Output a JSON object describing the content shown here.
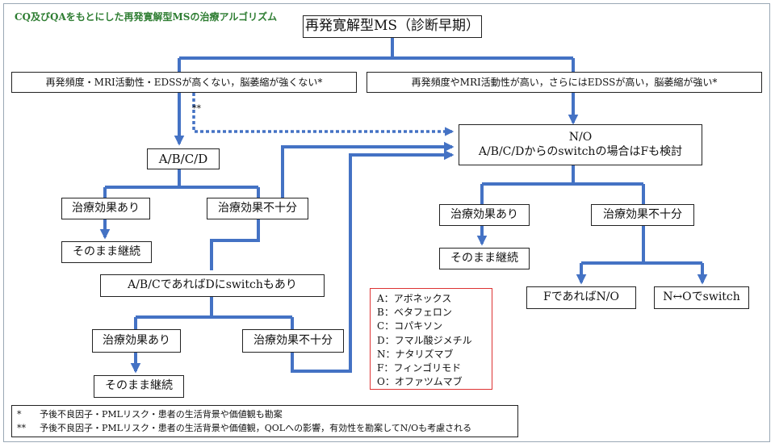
{
  "caption": "CQ及びQAをもとにした再発寛解型MSの治療アルゴリズム",
  "nodes": {
    "top": "再発寛解型MS（診断早期）",
    "left_branch": "再発頻度・MRI活動性・EDSSが高くない，脳萎縮が強くない*",
    "right_branch": "再発頻度やMRI活動性が高い，さらにはEDSSが高い，脳萎縮が強い*",
    "abcd": "A/B/C/D",
    "no_line1": "N/O",
    "no_line2": "A/B/C/Dからのswitchの場合はFも検討",
    "eff_ok_1": "治療効果あり",
    "eff_ng_1": "治療効果不十分",
    "continue_1": "そのまま継続",
    "abc_switch": "A/B/CであればDにswitchもあり",
    "eff_ok_2": "治療効果あり",
    "eff_ng_2": "治療効果不十分",
    "continue_2": "そのまま継続",
    "eff_ok_3": "治療効果あり",
    "eff_ng_3": "治療効果不十分",
    "continue_3": "そのまま継続",
    "f_no": "FであればN/O",
    "no_switch": "N↔Oでswitch"
  },
  "dashed_label": "**",
  "legend": [
    "A：アボネックス",
    "B：ベタフェロン",
    "C：コパキソン",
    "D：フマル酸ジメチル",
    "N：ナタリズマブ",
    "F：フィンゴリモド",
    "O：オファツムマブ"
  ],
  "notes": [
    {
      "mark": "*",
      "text": "予後不良因子・PMLリスク・患者の生活背景や価値観も勘案"
    },
    {
      "mark": "**",
      "text": "予後不良因子・PMLリスク・患者の生活背景や価値観，QOLへの影響，有効性を勘案してN/Oも考慮される"
    }
  ],
  "colors": {
    "connector": "#4472c4",
    "legend_border": "#dd3333",
    "caption": "#2e7d32"
  }
}
